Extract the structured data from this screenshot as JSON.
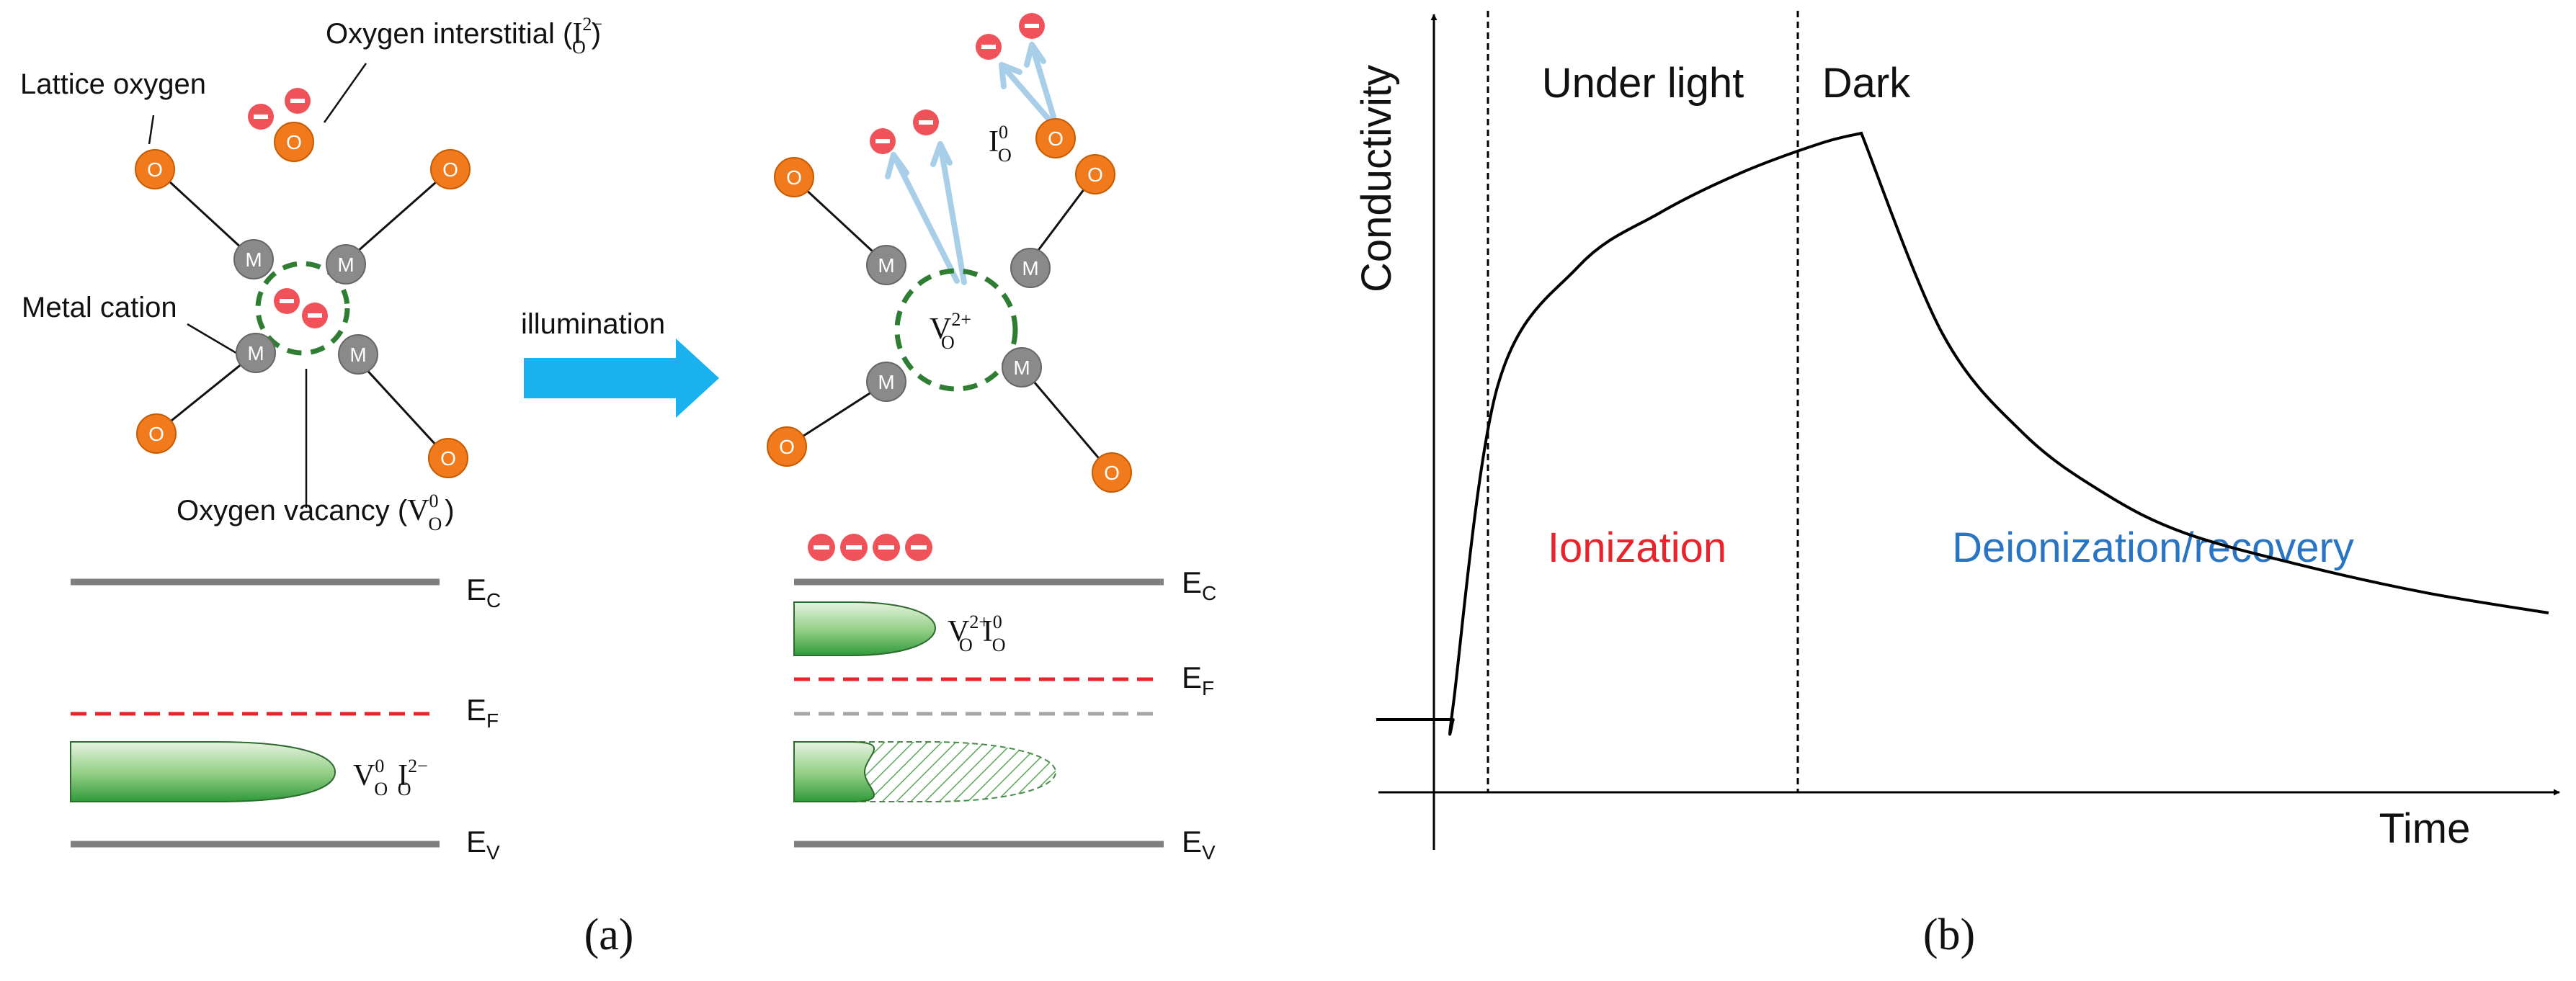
{
  "panel_a": {
    "labels": {
      "lattice_oxygen": "Lattice oxygen",
      "oxygen_interstitial": "Oxygen interstitial (",
      "metal_cation": "Metal cation",
      "oxygen_vacancy": "Oxygen vacancy (",
      "close_paren": ")",
      "illumination": "illumination"
    },
    "symbols": {
      "I": "I",
      "V": "V",
      "O": "O",
      "sup_2minus": "2−",
      "sup_0": "0",
      "sup_2plus": "2+"
    },
    "atoms": {
      "oxygen": "O",
      "metal": "M"
    },
    "bands": {
      "conduction_E": "E",
      "conduction_sub": "C",
      "fermi_E": "E",
      "fermi_sub": "F",
      "valence_E": "E",
      "valence_sub": "V"
    },
    "caption": "(a)"
  },
  "panel_b": {
    "caption": "(b)",
    "regions": {
      "under_light": "Under light",
      "dark": "Dark",
      "ionization": "Ionization",
      "deionization": "Deionization/recovery"
    },
    "colors": {
      "ionization": "#e8232b",
      "deionization": "#2a74c4"
    }
  },
  "chart_data": {
    "type": "line",
    "title": "",
    "xlabel": "Time",
    "ylabel": "Conductivity",
    "series": [
      {
        "x": [
          0.0,
          0.095,
          0.095,
          0.15,
          0.25,
          0.35,
          0.45,
          0.55,
          0.6,
          0.7,
          0.8,
          0.9,
          1.0,
          1.15,
          1.3,
          1.45
        ],
        "y": [
          0.12,
          0.12,
          0.14,
          0.62,
          0.8,
          0.88,
          0.94,
          0.985,
          1.0,
          0.7,
          0.55,
          0.46,
          0.4,
          0.35,
          0.31,
          0.28
        ]
      }
    ]
  }
}
